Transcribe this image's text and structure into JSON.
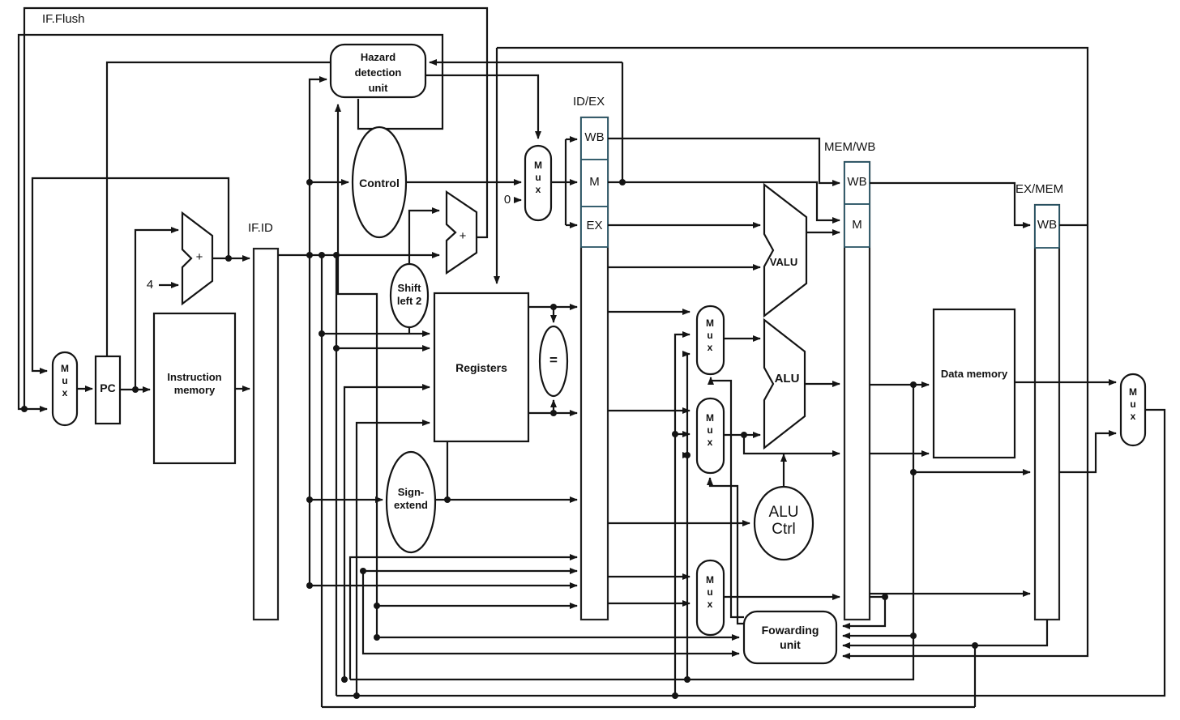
{
  "labels": {
    "if_flush": "IF.Flush",
    "mux": "Mux",
    "zero": "0",
    "four": "4",
    "plus": "+",
    "equals": "=",
    "pc": "PC",
    "instruction_memory": "Instruction memory",
    "registers": "Registers",
    "data_memory": "Data memory",
    "control": "Control",
    "hazard_unit": "Hazard detection unit",
    "forwarding_unit": "Fowarding unit",
    "shift_left_2": "Shift left 2",
    "sign_extend": "Sign-extend",
    "alu": "ALU",
    "valu": "VALU",
    "alu_ctrl": "ALU Ctrl"
  },
  "pipeline_registers": {
    "ifid": {
      "label": "IF.ID"
    },
    "idex": {
      "label": "ID/EX",
      "sections": [
        "WB",
        "M",
        "EX"
      ]
    },
    "memwb": {
      "label": "MEM/WB",
      "sections": [
        "WB",
        "M"
      ]
    },
    "exmem": {
      "label": "EX/MEM",
      "sections": [
        "WB"
      ]
    }
  },
  "colors": {
    "wire": "#141414",
    "register_border": "#2b5666",
    "background": "#ffffff"
  }
}
